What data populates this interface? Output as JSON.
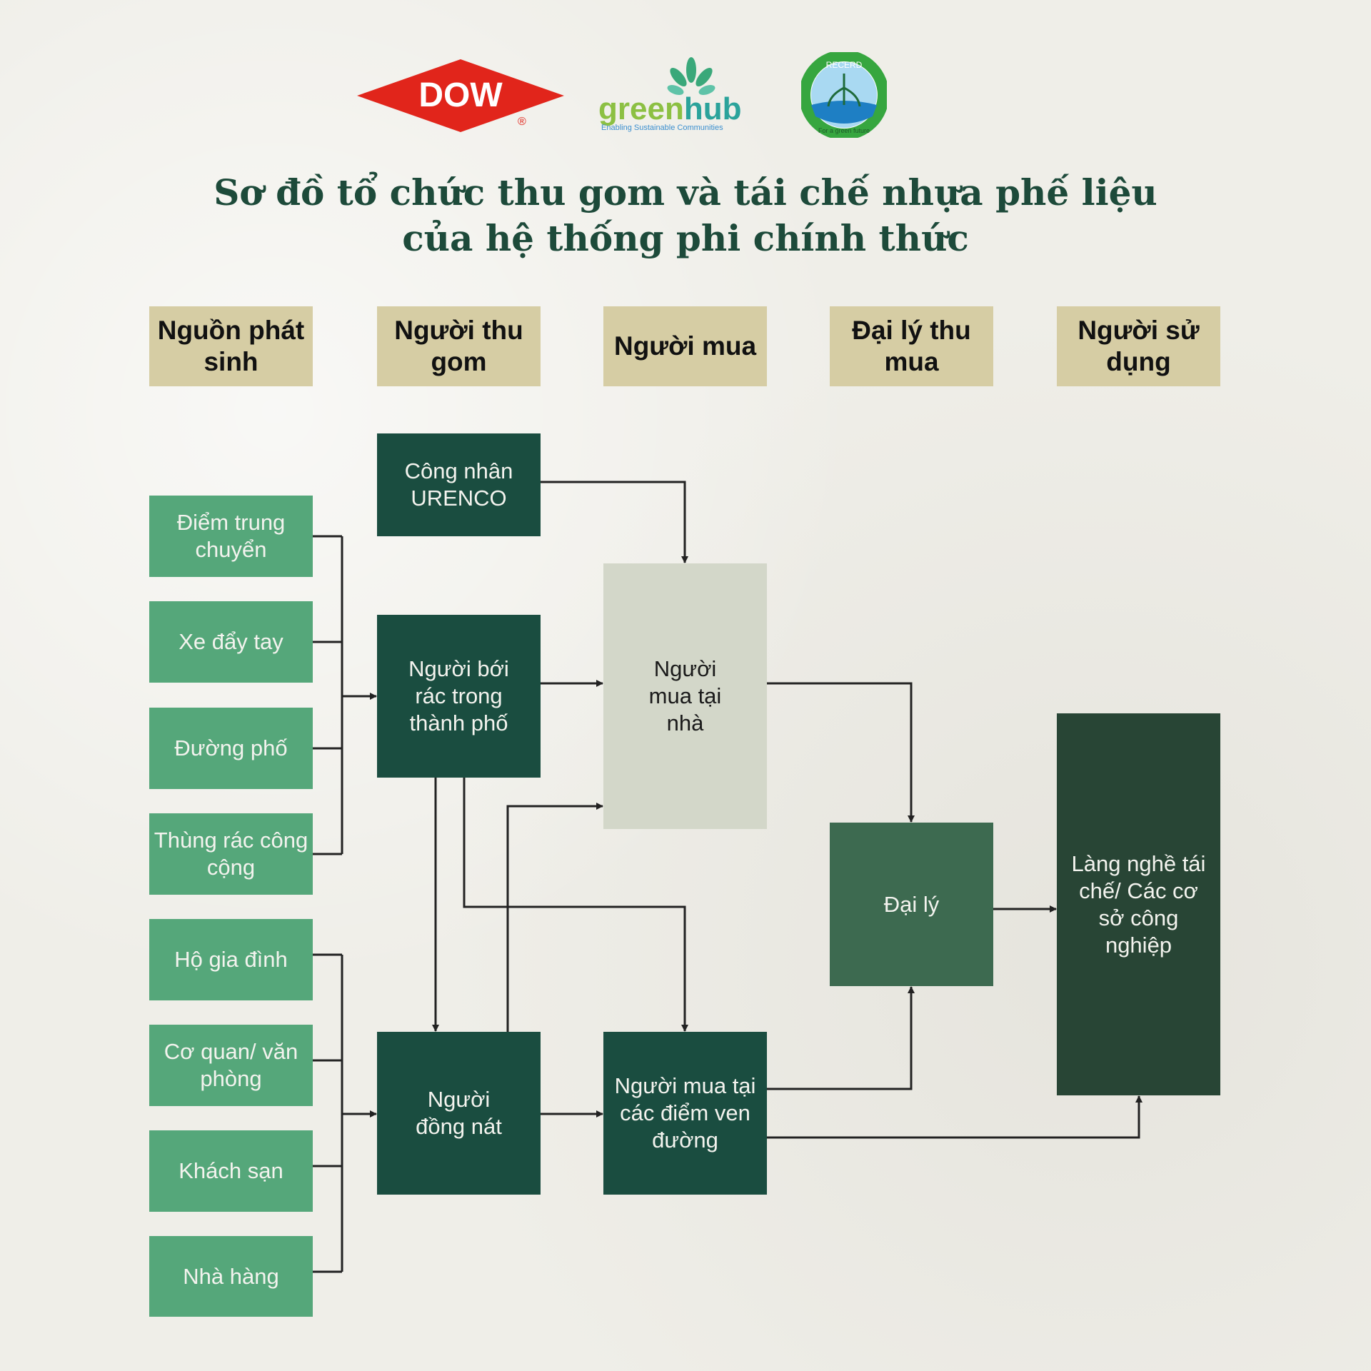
{
  "logos": {
    "dow": "DOW",
    "dow_mark": "®",
    "greenhub_green": "green",
    "greenhub_hub": "hub",
    "greenhub_tagline": "Enabling Sustainable Communities",
    "recerd_top": "RECERD",
    "recerd_bottom": "For a green future"
  },
  "title": {
    "line1": "Sơ đồ tổ chức thu gom và tái chế nhựa phế liệu",
    "line2": "của hệ thống phi chính thức"
  },
  "headers": [
    "Nguồn phát sinh",
    "Người thu gom",
    "Người mua",
    "Đại lý thu mua",
    "Người sử dụng"
  ],
  "sources": [
    "Điểm trung chuyển",
    "Xe đẩy tay",
    "Đường phố",
    "Thùng rác công cộng",
    "Hộ gia đình",
    "Cơ quan/ văn phòng",
    "Khách sạn",
    "Nhà hàng"
  ],
  "collectors": {
    "urenco": "Công nhân URENCO",
    "scavenger": "Người bới rác trong thành phố",
    "junk": "Người đồng nát"
  },
  "buyers": {
    "home": "Người mua tại nhà",
    "roadside": "Người mua tại các điểm ven đường"
  },
  "agent": "Đại lý",
  "users": "Làng nghề tái chế/ Các cơ sở công nghiệp",
  "colors": {
    "header": "#d6cda4",
    "source": "#55a77a",
    "dark": "#1a4d40",
    "home_buyer": "#d3d7c9",
    "agent": "#3d6a50",
    "users": "#284535",
    "title": "#1d4a3a"
  }
}
